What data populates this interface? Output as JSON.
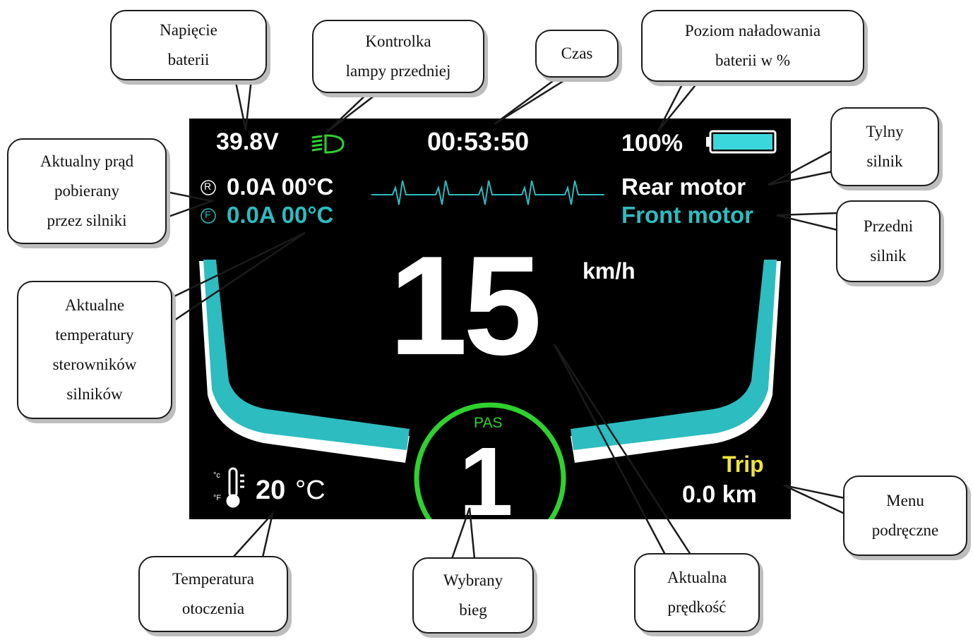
{
  "screen": {
    "voltage": "39.8V",
    "time": "00:53:50",
    "battery_percent": "100%",
    "battery_level": 1.0,
    "rear_indicator": "R",
    "front_indicator": "F",
    "rear_current_temp": "0.0A 00°C",
    "front_current_temp": "0.0A 00°C",
    "rear_motor_label": "Rear motor",
    "front_motor_label": "Front motor",
    "speed_value": "15",
    "speed_unit": "km/h",
    "pas_label": "PAS",
    "gear_value": "1",
    "ambient_unit_c": "°c",
    "ambient_unit_f": "°F",
    "ambient_temp_value": "20",
    "ambient_temp_unit": "°C",
    "trip_label": "Trip",
    "trip_value": "0.0 km",
    "colors": {
      "background": "#000000",
      "teal": "#2dbcc0",
      "green": "#2fd12f",
      "yellow": "#f0e43a",
      "white": "#ffffff",
      "battery_fill": "#3ad8dc"
    },
    "icons": {
      "headlight": "headlight-icon",
      "thermometer": "thermometer-icon",
      "battery": "battery-icon",
      "heartbeat": "heartbeat-wave-icon"
    }
  },
  "callouts": {
    "battery_voltage": [
      "Napięcie",
      "baterii"
    ],
    "headlight_indicator": [
      "Kontrolka",
      "lampy przedniej"
    ],
    "time": [
      "Czas"
    ],
    "battery_level": [
      "Poziom naładowania",
      "baterii w %"
    ],
    "motor_current": [
      "Aktualny prąd",
      "pobierany",
      "przez silniki"
    ],
    "rear_motor": [
      "Tylny",
      "silnik"
    ],
    "front_motor": [
      "Przedni",
      "silnik"
    ],
    "controller_temps": [
      "Aktualne",
      "temperatury",
      "sterowników",
      "silników"
    ],
    "quick_menu": [
      "Menu",
      "podręczne"
    ],
    "ambient_temp": [
      "Temperatura",
      "otoczenia"
    ],
    "selected_gear": [
      "Wybrany",
      "bieg"
    ],
    "current_speed": [
      "Aktualna",
      "prędkość"
    ]
  }
}
